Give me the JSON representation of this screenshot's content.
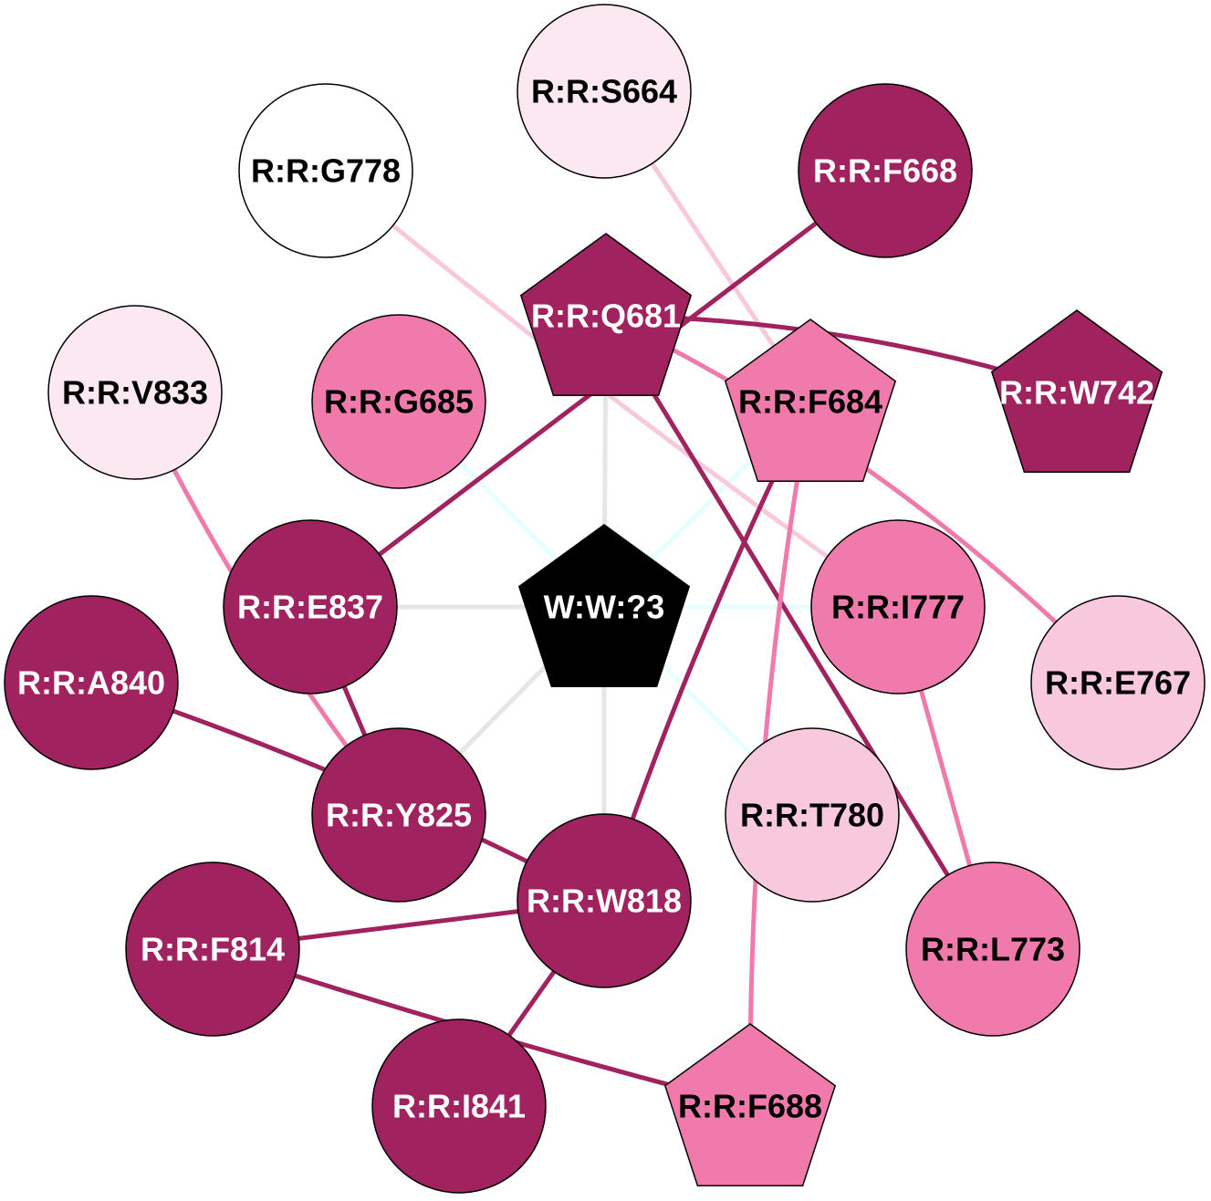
{
  "colors": {
    "dark": "#a0225f",
    "medium": "#ef7aab",
    "light": "#f8c8dc",
    "pale": "#fce8f1",
    "white": "#ffffff",
    "center": "#000000",
    "gray_edge": "#e6e6e6",
    "cyan_edge": "#e6ffff"
  },
  "nodes": [
    {
      "id": "S664",
      "label": "R:R:S664",
      "shape": "circle",
      "fill": "#fce8f1",
      "text_color": "#000000"
    },
    {
      "id": "F668",
      "label": "R:R:F668",
      "shape": "circle",
      "fill": "#a0225f",
      "text_color": "#ffffff"
    },
    {
      "id": "G778",
      "label": "R:R:G778",
      "shape": "circle",
      "fill": "#ffffff",
      "text_color": "#000000"
    },
    {
      "id": "Q681",
      "label": "R:R:Q681",
      "shape": "pentagon",
      "fill": "#a0225f",
      "text_color": "#ffffff"
    },
    {
      "id": "F684",
      "label": "R:R:F684",
      "shape": "pentagon",
      "fill": "#ef7aab",
      "text_color": "#000000"
    },
    {
      "id": "W742",
      "label": "R:R:W742",
      "shape": "pentagon",
      "fill": "#a0225f",
      "text_color": "#ffffff"
    },
    {
      "id": "V833",
      "label": "R:R:V833",
      "shape": "circle",
      "fill": "#fce8f1",
      "text_color": "#000000"
    },
    {
      "id": "G685",
      "label": "R:R:G685",
      "shape": "circle",
      "fill": "#ef7aab",
      "text_color": "#000000"
    },
    {
      "id": "W3",
      "label": "W:W:?3",
      "shape": "pentagon",
      "fill": "#000000",
      "text_color": "#ffffff"
    },
    {
      "id": "E837",
      "label": "R:R:E837",
      "shape": "circle",
      "fill": "#a0225f",
      "text_color": "#ffffff"
    },
    {
      "id": "I777",
      "label": "R:R:I777",
      "shape": "circle",
      "fill": "#ef7aab",
      "text_color": "#000000"
    },
    {
      "id": "E767",
      "label": "R:R:E767",
      "shape": "circle",
      "fill": "#f8c8dc",
      "text_color": "#000000"
    },
    {
      "id": "A840",
      "label": "R:R:A840",
      "shape": "circle",
      "fill": "#a0225f",
      "text_color": "#ffffff"
    },
    {
      "id": "Y825",
      "label": "R:R:Y825",
      "shape": "circle",
      "fill": "#a0225f",
      "text_color": "#ffffff"
    },
    {
      "id": "T780",
      "label": "R:R:T780",
      "shape": "circle",
      "fill": "#f8c8dc",
      "text_color": "#000000"
    },
    {
      "id": "W818",
      "label": "R:R:W818",
      "shape": "circle",
      "fill": "#a0225f",
      "text_color": "#ffffff"
    },
    {
      "id": "F814",
      "label": "R:R:F814",
      "shape": "circle",
      "fill": "#a0225f",
      "text_color": "#ffffff"
    },
    {
      "id": "L773",
      "label": "R:R:L773",
      "shape": "circle",
      "fill": "#ef7aab",
      "text_color": "#000000"
    },
    {
      "id": "I841",
      "label": "R:R:I841",
      "shape": "circle",
      "fill": "#a0225f",
      "text_color": "#ffffff"
    },
    {
      "id": "F688",
      "label": "R:R:F688",
      "shape": "pentagon",
      "fill": "#ef7aab",
      "text_color": "#000000"
    }
  ],
  "edges": [
    {
      "from": "W3",
      "to": "Q681",
      "color": "#e6e6e6"
    },
    {
      "from": "W3",
      "to": "E837",
      "color": "#e6e6e6"
    },
    {
      "from": "W3",
      "to": "W818",
      "color": "#e6e6e6"
    },
    {
      "from": "W3",
      "to": "Y825",
      "color": "#e6e6e6"
    },
    {
      "from": "W3",
      "to": "G685",
      "color": "#e6ffff"
    },
    {
      "from": "W3",
      "to": "F684",
      "color": "#e6ffff"
    },
    {
      "from": "W3",
      "to": "I777",
      "color": "#e6ffff"
    },
    {
      "from": "W3",
      "to": "T780",
      "color": "#e6ffff"
    },
    {
      "from": "S664",
      "to": "F684",
      "color": "#f8c8dc"
    },
    {
      "from": "G778",
      "to": "I777",
      "color": "#f8c8dc"
    },
    {
      "from": "F668",
      "to": "E837",
      "color": "#a0225f"
    },
    {
      "from": "Q681",
      "to": "W742",
      "color": "#a0225f"
    },
    {
      "from": "Q681",
      "to": "L773",
      "color": "#a0225f"
    },
    {
      "from": "Q681",
      "to": "E767",
      "color": "#ef7aab"
    },
    {
      "from": "F684",
      "to": "W818",
      "color": "#a0225f"
    },
    {
      "from": "F684",
      "to": "F688",
      "color": "#ef7aab"
    },
    {
      "from": "V833",
      "to": "Y825",
      "color": "#ef7aab"
    },
    {
      "from": "E837",
      "to": "Y825",
      "color": "#a0225f"
    },
    {
      "from": "A840",
      "to": "W818",
      "color": "#a0225f"
    },
    {
      "from": "I777",
      "to": "L773",
      "color": "#ef7aab"
    },
    {
      "from": "F814",
      "to": "W818",
      "color": "#a0225f"
    },
    {
      "from": "F814",
      "to": "F688",
      "color": "#a0225f"
    },
    {
      "from": "W818",
      "to": "I841",
      "color": "#a0225f"
    }
  ]
}
